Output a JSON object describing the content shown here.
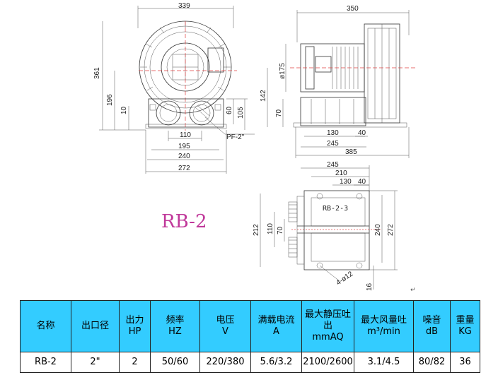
{
  "drawing": {
    "model_name": "RB-2",
    "outlet_label": "PF-2\"",
    "flange_label": "RB-2-3",
    "hole_label": "4-ø12",
    "front_dims": {
      "top": "339",
      "height_total": "361",
      "h196": "196",
      "h10": "10",
      "h60": "60",
      "h105": "105",
      "w110": "110",
      "w195": "195",
      "w240": "240",
      "w272": "272"
    },
    "side_dims": {
      "top": "350",
      "dia175": "ø175",
      "h142": "142",
      "h70": "70",
      "w130": "130",
      "w40": "40",
      "w245": "245",
      "w385": "385"
    },
    "bottom_dims": {
      "w245": "245",
      "w210": "210",
      "w130": "130",
      "w40": "40",
      "h212": "212",
      "h110": "110",
      "h70": "70",
      "h240": "240",
      "h272": "272",
      "h16": "16"
    }
  },
  "table": {
    "headers": [
      {
        "line1": "名称",
        "line2": ""
      },
      {
        "line1": "出口径",
        "line2": ""
      },
      {
        "line1": "出力",
        "line2": "HP"
      },
      {
        "line1": "频率",
        "line2": "HZ"
      },
      {
        "line1": "电压",
        "line2": "V"
      },
      {
        "line1": "满载电流",
        "line2": "A"
      },
      {
        "line1": "最大静压吐出",
        "line2": "mmAQ"
      },
      {
        "line1": "最大风量吐 m³/min",
        "line2": ""
      },
      {
        "line1": "噪音",
        "line2": "dB"
      },
      {
        "line1": "重量",
        "line2": "KG"
      }
    ],
    "row": [
      "RB-2",
      "2\"",
      "2",
      "50/60",
      "220/380",
      "5.6/3.2",
      "2100/2600",
      "3.1/4.5",
      "80/82",
      "36"
    ]
  }
}
